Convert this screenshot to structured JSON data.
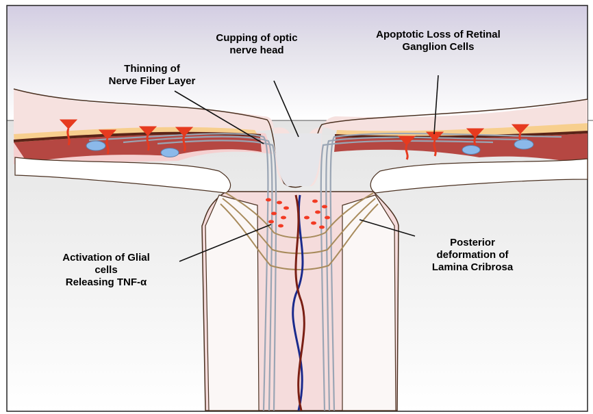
{
  "labels": {
    "thinning": [
      "Thinning of",
      "Nerve Fiber Layer"
    ],
    "cupping": [
      "Cupping of optic",
      "nerve head"
    ],
    "apoptotic": [
      "Apoptotic Loss of Retinal",
      "Ganglion Cells"
    ],
    "activation": [
      "Activation of Glial",
      "cells",
      "Releasing TNF-α"
    ],
    "posterior": [
      "Posterior",
      "deformation of",
      "Lamina Cribrosa"
    ]
  },
  "colors": {
    "background_top": "#d6d1e4",
    "background_bottom": "#e8e8e8",
    "retina_fill": "#f6e1df",
    "yellow_layer": "#f7cf8e",
    "red_layer": "#b54742",
    "dark_layer": "#5a2418",
    "nerve_fill": "#fdf6f4",
    "fiber": "#9aa5b4",
    "ganglion": "#e63a1f",
    "glial_dot": "#f23a23",
    "lamina": "#a88b5c",
    "artery": "#7a1f14",
    "vein": "#1a2a8c",
    "nucleus": "#8bb9ea"
  }
}
